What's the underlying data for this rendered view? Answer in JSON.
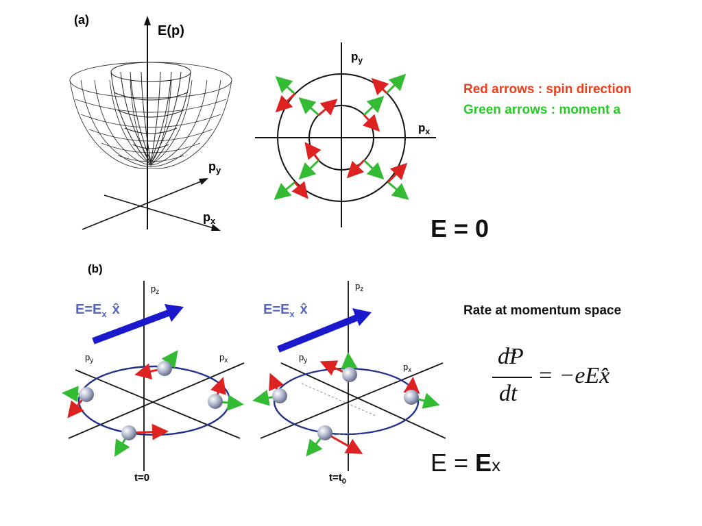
{
  "panel_a": {
    "label": "(a)",
    "energy_axis": "E(p)",
    "py": "p",
    "py_sub": "y",
    "px": "p",
    "px_sub": "x"
  },
  "circle_diagram": {
    "py": "p",
    "py_sub": "y",
    "px": "p",
    "px_sub": "x"
  },
  "legend": {
    "red": "Red arrows : spin direction",
    "green": "Green arrows : moment a",
    "red_color": "#e8401c",
    "green_color": "#22cc22"
  },
  "e_zero": "E = 0",
  "panel_b": {
    "label": "(b)",
    "field_label": "E=E",
    "field_sub": "x",
    "field_unit": "x̂",
    "pz": "p",
    "pz_sub": "z",
    "py": "p",
    "py_sub": "y",
    "px": "p",
    "px_sub": "x",
    "time_left": "t=0",
    "time_right": "t=t",
    "time_right_sub": "0",
    "field_color": "#1a1acc"
  },
  "rate_label": "Rate at momentum space",
  "formula": {
    "numerator": "dP",
    "denominator": "dt",
    "rhs": "= −eEx̂"
  },
  "e_field": {
    "lhs": "E = ",
    "bold": "E",
    "sub": "x"
  }
}
